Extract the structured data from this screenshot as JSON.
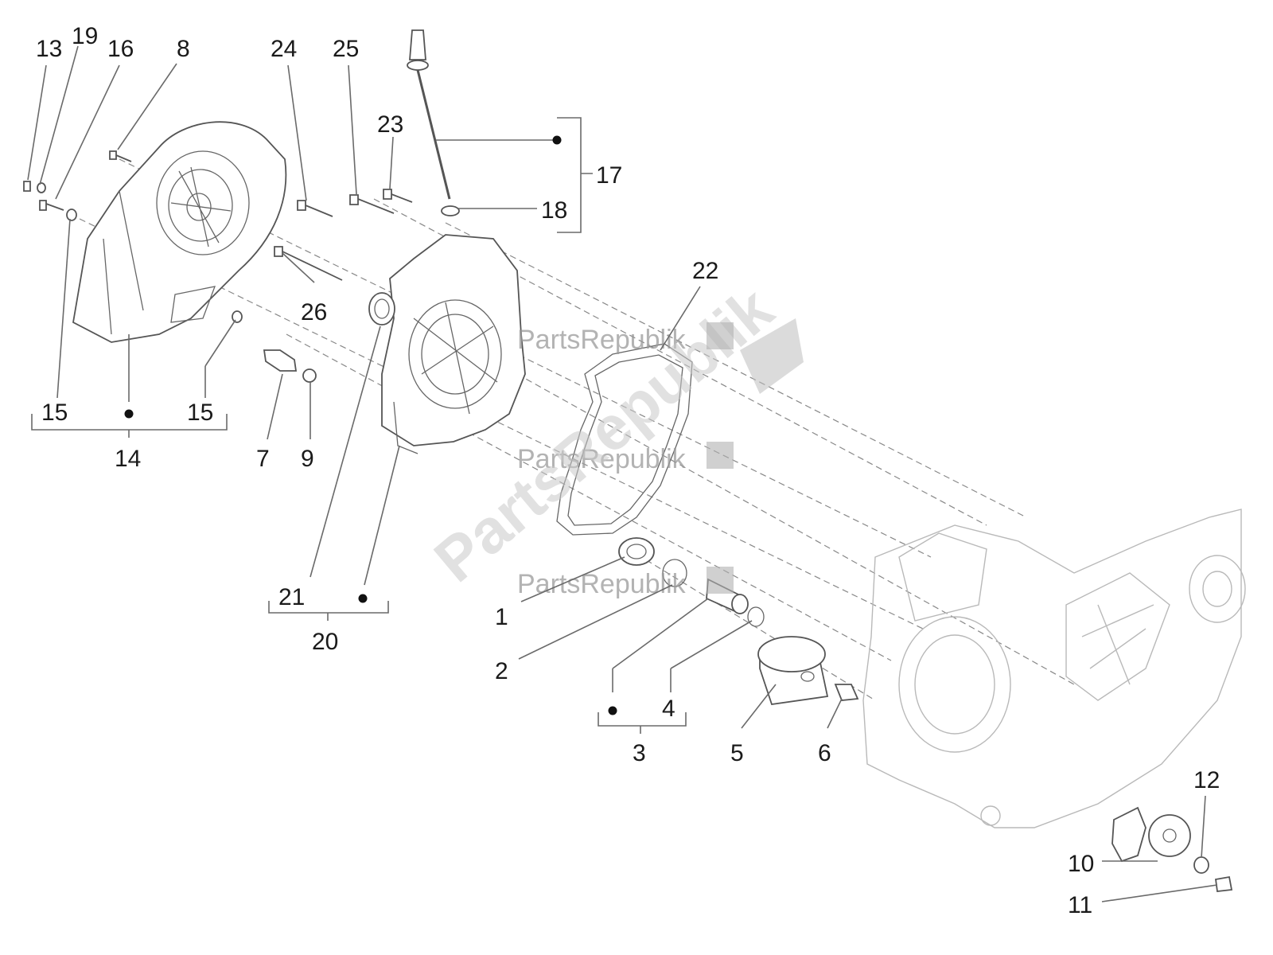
{
  "watermark": {
    "brand": "PartsRepublik"
  },
  "callouts": [
    "13",
    "19",
    "16",
    "8",
    "24",
    "25",
    "23",
    "17",
    "18",
    "22",
    "26",
    "15",
    "14",
    "7",
    "9",
    "21",
    "20",
    "1",
    "2",
    "3",
    "4",
    "5",
    "6",
    "10",
    "11",
    "12"
  ],
  "secondary": {
    "left15": "15",
    "right15": "15"
  },
  "colors": {
    "line": "#555555",
    "watermark": "#9a9a9a"
  }
}
